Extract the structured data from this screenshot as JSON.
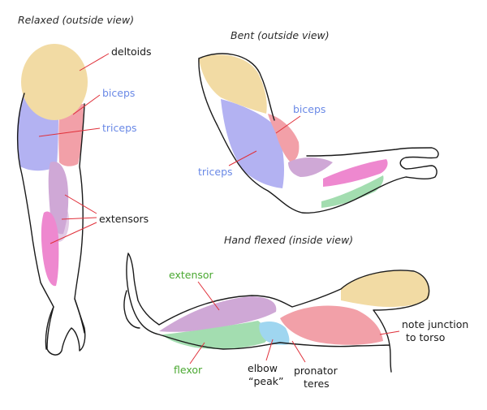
{
  "colors": {
    "deltoid": "#f2dba4",
    "biceps": "#f2a0a8",
    "triceps": "#b3b2f2",
    "extensor": "#cfa8d6",
    "flexor": "#a3ddb0",
    "pink": "#ee88cf",
    "pronator": "#9fd6f0",
    "label_default": "#1a1a1a",
    "label_blue": "#6a89e6",
    "label_green": "#4aa831",
    "leader_red": "#e0303a"
  },
  "views": {
    "relaxed": {
      "title": "Relaxed (outside view)"
    },
    "bent": {
      "title": "Bent (outside view)"
    },
    "flexed": {
      "title": "Hand flexed (inside view)"
    }
  },
  "labels": {
    "deltoids": "deltoids",
    "biceps_relaxed": "biceps",
    "triceps_relaxed": "triceps",
    "extensors": "extensors",
    "biceps_bent": "biceps",
    "triceps_bent": "triceps",
    "extensor": "extensor",
    "flexor": "flexor",
    "elbow_peak_1": "elbow",
    "elbow_peak_2": "“peak”",
    "pronator_1": "pronator",
    "pronator_2": "teres",
    "junction_1": "note junction",
    "junction_2": "to torso"
  }
}
